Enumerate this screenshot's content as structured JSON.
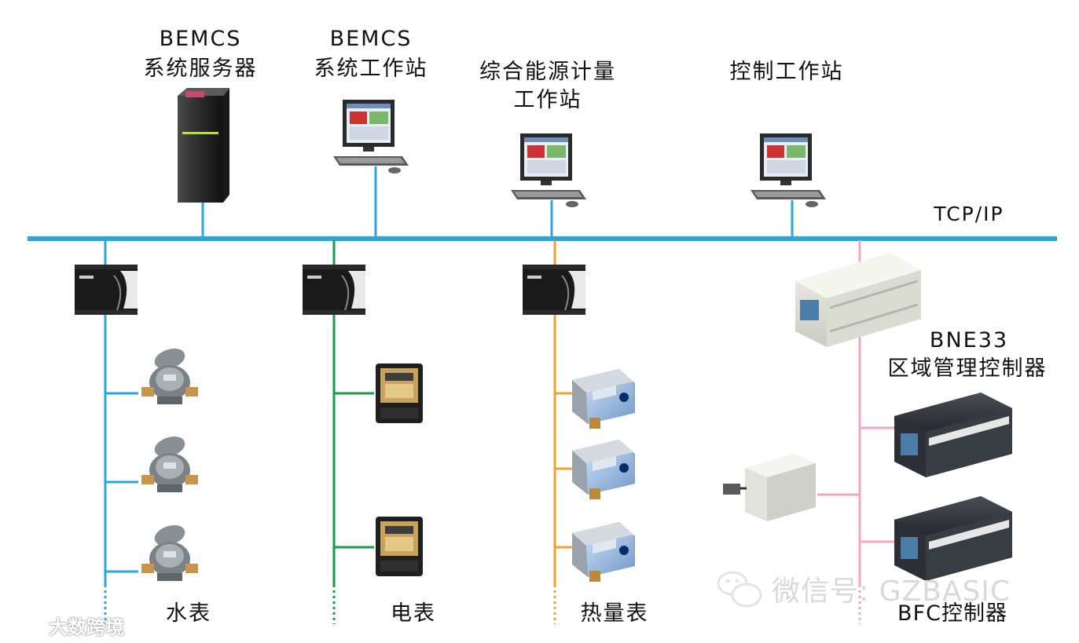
{
  "labels": {
    "server_line1": "BEMCS",
    "server_line2": "系统服务器",
    "workstation_line1": "BEMCS",
    "workstation_line2": "系统工作站",
    "energy_line1": "综合能源计量",
    "energy_line2": "工作站",
    "control_station": "控制工作站",
    "tcp_ip": "TCP/IP",
    "bne_line1": "BNE33",
    "bne_line2": "区域管理控制器",
    "water_meter": "水表",
    "electric_meter": "电表",
    "heat_meter": "热量表",
    "bfc_controller": "BFC控制器"
  },
  "watermarks": {
    "wechat": "微信号: GZBASIC",
    "site": "大数跨境"
  },
  "colors": {
    "tcp_bus": "#2ba6dc",
    "water_branch": "#2ba6dc",
    "electric_branch": "#1e9a4c",
    "heat_branch": "#f0a030",
    "controller_branch": "#f2a6c4"
  },
  "icons": [
    "server-icon",
    "workstation-icon",
    "gateway-icon",
    "water-meter-icon",
    "electric-meter-icon",
    "heat-meter-icon",
    "plc-controller-icon",
    "io-module-icon",
    "wechat-icon"
  ]
}
